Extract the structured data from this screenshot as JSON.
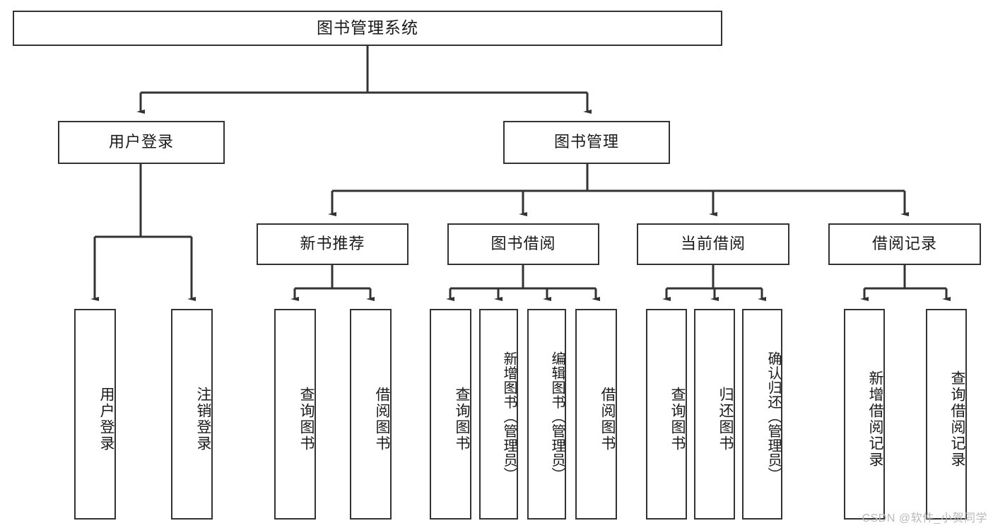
{
  "diagram": {
    "type": "tree",
    "title": "图书管理系统",
    "style": {
      "box_fill": "#ffffff",
      "box_stroke": "#333333",
      "line_color": "#333333",
      "text_color": "#1a1a1a",
      "background": "#ffffff"
    },
    "levels": {
      "root": {
        "label": "图书管理系统"
      },
      "level2": [
        {
          "label": "用户登录"
        },
        {
          "label": "图书管理"
        }
      ],
      "level3": [
        {
          "label": "新书推荐"
        },
        {
          "label": "图书借阅"
        },
        {
          "label": "当前借阅"
        },
        {
          "label": "借阅记录"
        }
      ],
      "level4": [
        {
          "label": "用户登录",
          "parent": "用户登录"
        },
        {
          "label": "注销登录",
          "parent": "用户登录"
        },
        {
          "label": "查询图书",
          "parent": "新书推荐"
        },
        {
          "label": "借阅图书",
          "parent": "新书推荐"
        },
        {
          "label": "查询图书",
          "parent": "图书借阅"
        },
        {
          "label": "新增图书（管理员）",
          "parent": "图书借阅"
        },
        {
          "label": "编辑图书（管理员）",
          "parent": "图书借阅"
        },
        {
          "label": "借阅图书",
          "parent": "图书借阅"
        },
        {
          "label": "查询图书",
          "parent": "当前借阅"
        },
        {
          "label": "归还图书",
          "parent": "当前借阅"
        },
        {
          "label": "确认归还（管理员）",
          "parent": "当前借阅"
        },
        {
          "label": "新增借阅记录",
          "parent": "借阅记录"
        },
        {
          "label": "查询借阅记录",
          "parent": "借阅记录"
        }
      ]
    }
  },
  "watermark": {
    "text": "CSDN @软件_小贺同学"
  }
}
